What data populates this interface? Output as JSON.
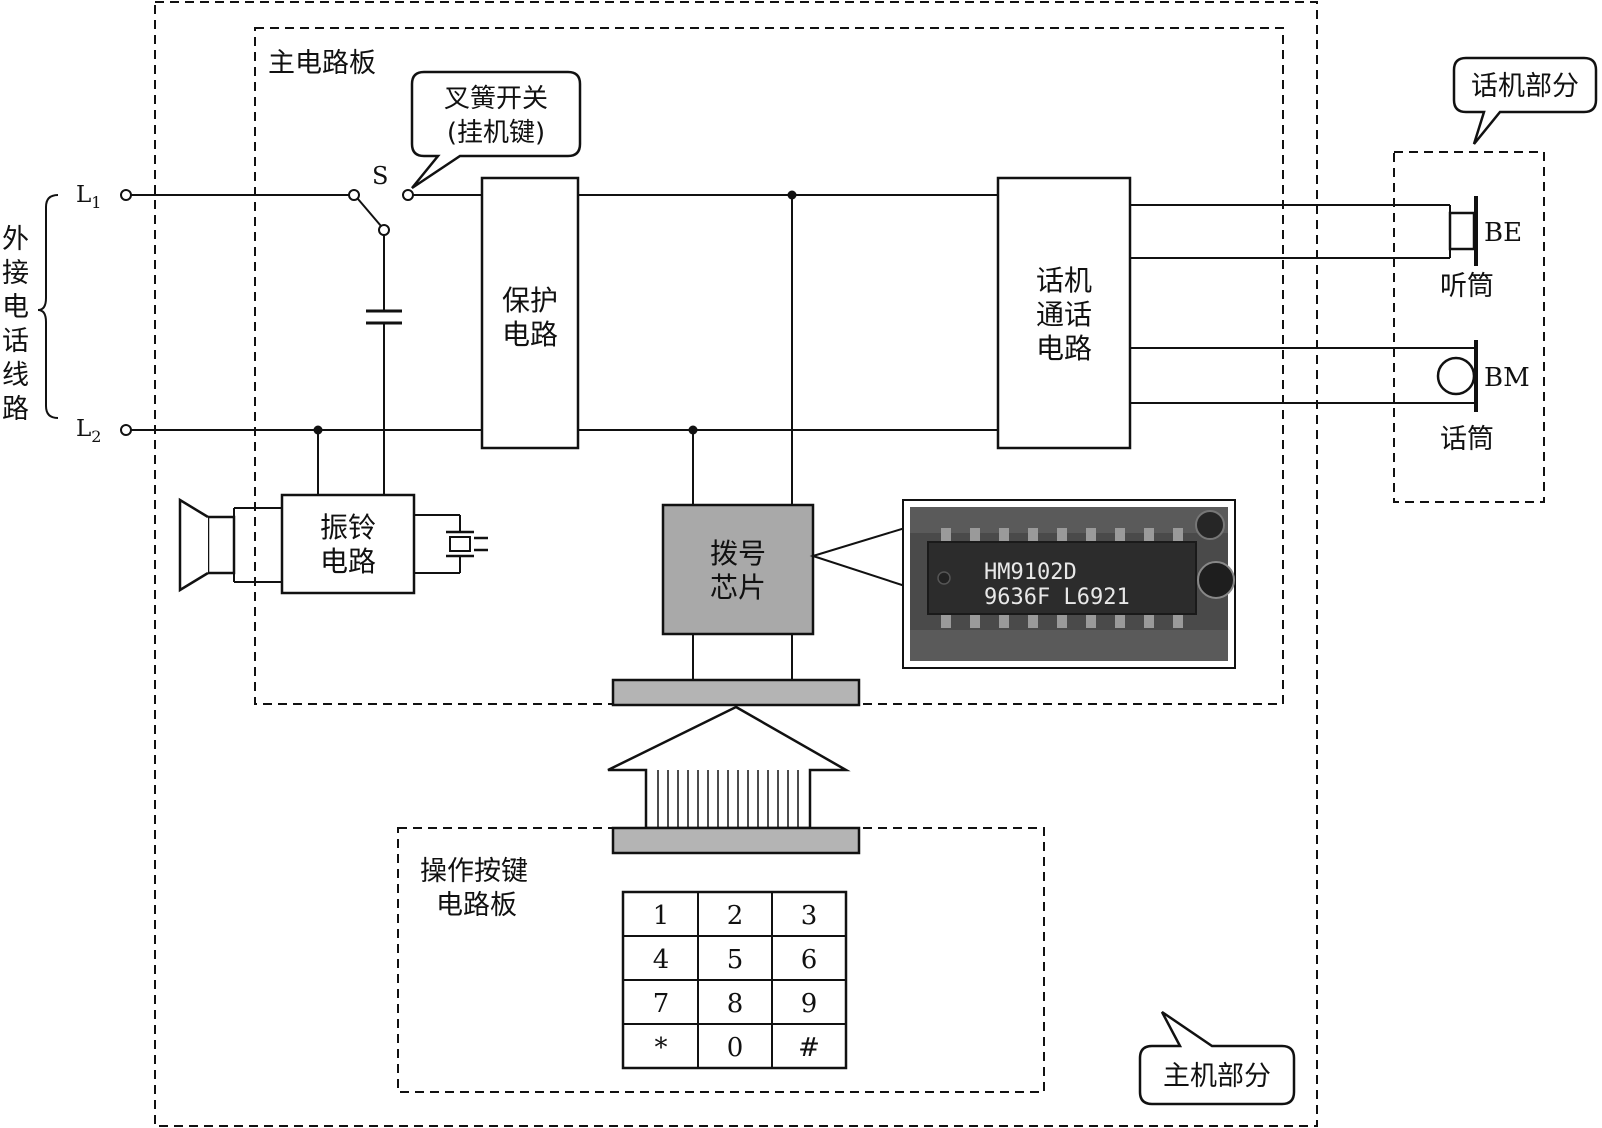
{
  "labels": {
    "main_board": "主电路板",
    "hook_switch_line1": "叉簧开关",
    "hook_switch_line2": "(挂机键)",
    "switch_s": "S",
    "handset_section": "话机部分",
    "host_section": "主机部分",
    "external_line": [
      "外",
      "接",
      "电",
      "话",
      "线",
      "路"
    ],
    "l1": "L",
    "l1_sub": "1",
    "l2": "L",
    "l2_sub": "2",
    "protection_circuit": [
      "保护",
      "电路"
    ],
    "call_circuit": [
      "话机",
      "通话",
      "电路"
    ],
    "ringer_circuit": [
      "振铃",
      "电路"
    ],
    "dial_chip": [
      "拨号",
      "芯片"
    ],
    "keypad_board": [
      "操作按键",
      "电路板"
    ],
    "receiver_code": "BE",
    "receiver_name": "听筒",
    "microphone_code": "BM",
    "microphone_name": "话筒",
    "chip_marking_1": "HM9102D",
    "chip_marking_2": "9636F  L6921"
  },
  "keypad": {
    "rows": [
      [
        "1",
        "2",
        "3"
      ],
      [
        "4",
        "5",
        "6"
      ],
      [
        "7",
        "8",
        "9"
      ],
      [
        "*",
        "0",
        "#"
      ]
    ]
  },
  "colors": {
    "board_fill": "#dcdcdc",
    "chip_fill": "#a9a9a9",
    "connector_fill": "#b4b4b4",
    "line": "#111111",
    "photo_bg": "#4a4a4a"
  }
}
